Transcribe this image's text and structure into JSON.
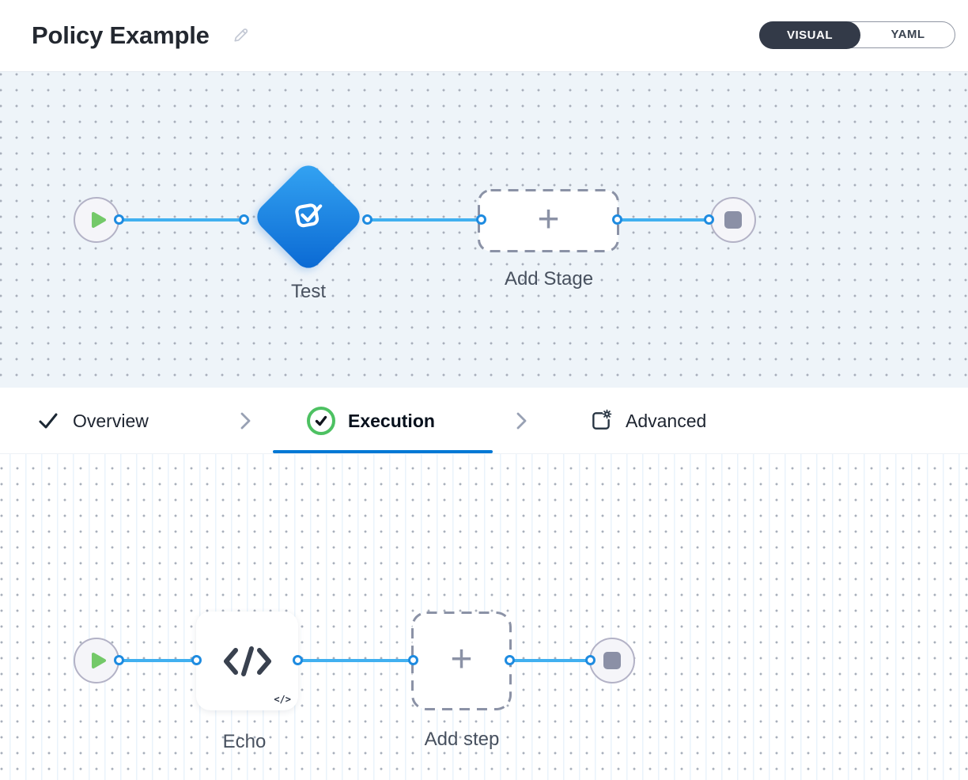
{
  "header": {
    "title": "Policy Example",
    "view_toggle": {
      "visual": "VISUAL",
      "yaml": "YAML",
      "selected": "VISUAL"
    }
  },
  "stage_pipeline": {
    "stage_node": {
      "label": "Test",
      "type": "approval-stage-diamond"
    },
    "add_node": {
      "label": "Add Stage",
      "plus": "+"
    }
  },
  "tabs": {
    "items": [
      {
        "label": "Overview",
        "icon": "check-icon",
        "state": "complete"
      },
      {
        "label": "Execution",
        "icon": "check-circle-icon",
        "state": "active"
      },
      {
        "label": "Advanced",
        "icon": "advanced-settings-icon",
        "state": "default"
      }
    ]
  },
  "step_pipeline": {
    "step_node": {
      "label": "Echo",
      "type": "script-step",
      "corner_glyph": "</>"
    },
    "add_node": {
      "label": "Add step",
      "plus": "+"
    }
  },
  "icons": {
    "edit": "pencil-icon",
    "start": "play-icon",
    "end": "stop-icon",
    "code": "code-brackets-icon"
  },
  "colors": {
    "accent_blue": "#0278d5",
    "connector_blue": "#41b0f0",
    "stage_gradient_start": "#35a5f3",
    "stage_gradient_end": "#0967d2",
    "play_green": "#74c969",
    "execution_badge_green": "#4dc162",
    "canvas_top_bg": "#eef4f9",
    "node_gray": "#8b92a6",
    "toggle_dark": "#333a48"
  }
}
